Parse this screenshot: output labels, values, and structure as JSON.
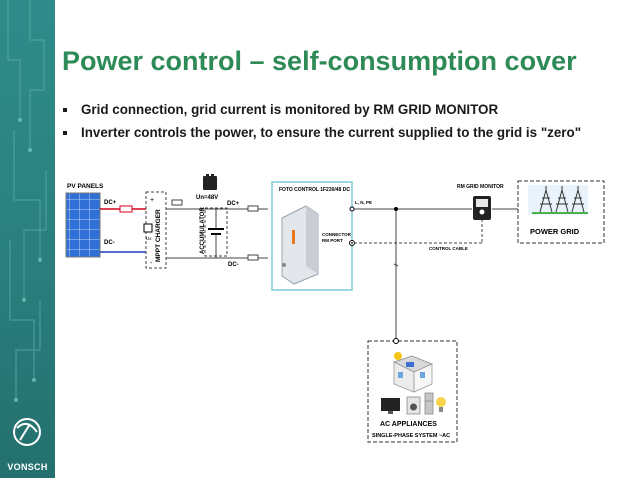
{
  "slide": {
    "title": "Power control – self-consumption cover",
    "brand": "VONSCH",
    "bullets": [
      "Grid connection, grid current is monitored by RM GRID MONITOR",
      "Inverter controls the power, to ensure the current supplied to the grid is \"zero\""
    ]
  },
  "diagram": {
    "pv_panels": "PV PANELS",
    "dc_plus": "DC+",
    "dc_minus": "DC-",
    "mppt": "MPPT CHARGER",
    "ux": "Ux",
    "accumulator": "ACCUMULATOR",
    "voltage": "Un=48V",
    "inverter": "FOTO CONTROL 1F230/48 DC",
    "phase": "L, N, PE",
    "connector_line1": "CONNECTOR",
    "connector_line2": "RM PORT",
    "rm_grid_monitor": "RM GRID MONITOR",
    "control_cable": "CONTROL CABLE",
    "power_grid": "POWER GRID",
    "ac_appliances": "AC APPLIANCES",
    "single_phase": "SINGLE-PHASE SYSTEM ~AC"
  },
  "colors": {
    "sidebar": "#2a7f7d",
    "title": "#2e8b57",
    "dc_plus_wire": "#d0021b",
    "dc_minus_wire": "#1f3fbf",
    "inverter_frame": "#7fc8d8",
    "inverter_accent": "#e87722"
  }
}
